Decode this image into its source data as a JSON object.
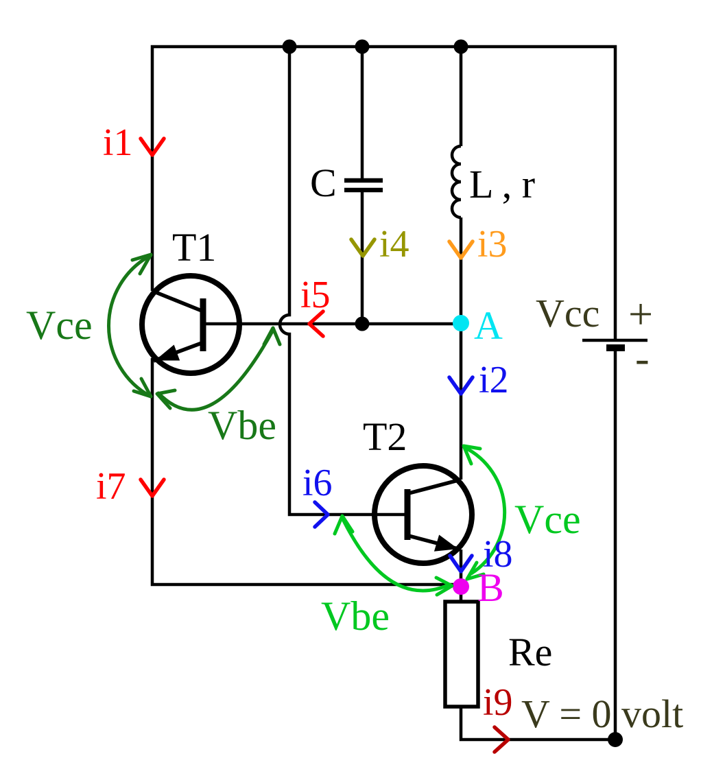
{
  "colors": {
    "red": "#ff0000",
    "red_dark": "#b80000",
    "blue": "#1111ee",
    "orange": "#ff9b1c",
    "olive": "#969600",
    "cyan": "#00e5f2",
    "magenta": "#ee00ee",
    "green_dark": "#187818",
    "green_bright": "#00c820",
    "olive_dark": "#3a3a1c"
  },
  "labels": {
    "i1": "i1",
    "i2": "i2",
    "i3": "i3",
    "i4": "i4",
    "i5": "i5",
    "i6": "i6",
    "i7": "i7",
    "i8": "i8",
    "i9": "i9",
    "t1": "T1",
    "t2": "T2",
    "capacitor": "C",
    "inductor": "L , r",
    "resistor": "Re",
    "vcc": "Vcc",
    "plus": "+",
    "minus": "-",
    "ground_voltage": "V = 0 volt",
    "vce_t1": "Vce",
    "vbe_t1": "Vbe",
    "vce_t2": "Vce",
    "vbe_t2": "Vbe",
    "node_a": "A",
    "node_b": "B"
  }
}
